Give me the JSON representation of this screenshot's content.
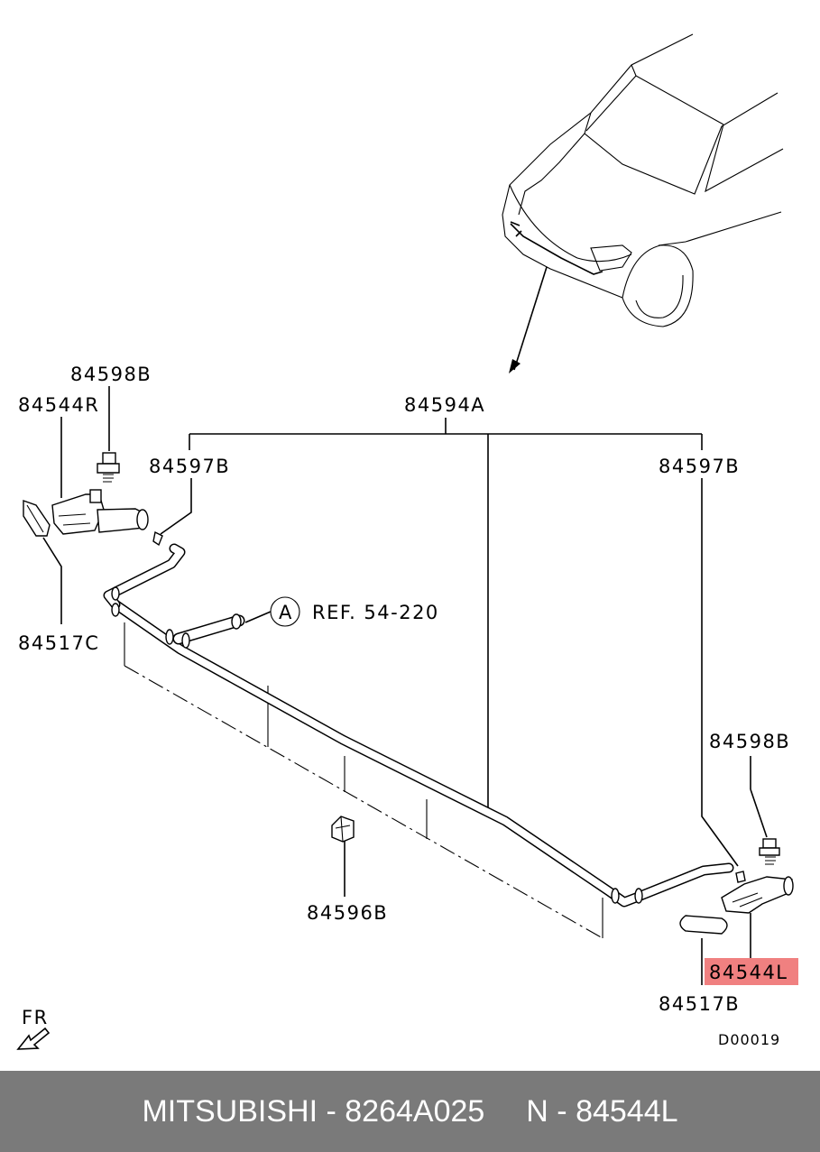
{
  "diagram": {
    "labels": {
      "p84598B_top": "84598B",
      "p84544R": "84544R",
      "p84594A": "84594A",
      "p84597B_left": "84597B",
      "p84597B_right": "84597B",
      "p84517C": "84517C",
      "ref_circle": "A",
      "ref_text": "REF. 54-220",
      "p84598B_right": "84598B",
      "p84596B": "84596B",
      "p84544L": "84544L",
      "p84517B": "84517B",
      "fr": "FR",
      "code": "D00019"
    },
    "highlight_color": "#f08080"
  },
  "footer": {
    "brand": "MITSUBISHI",
    "part_number": "MITSUBISHI - 8264A025",
    "ref": "N - 84544L"
  }
}
